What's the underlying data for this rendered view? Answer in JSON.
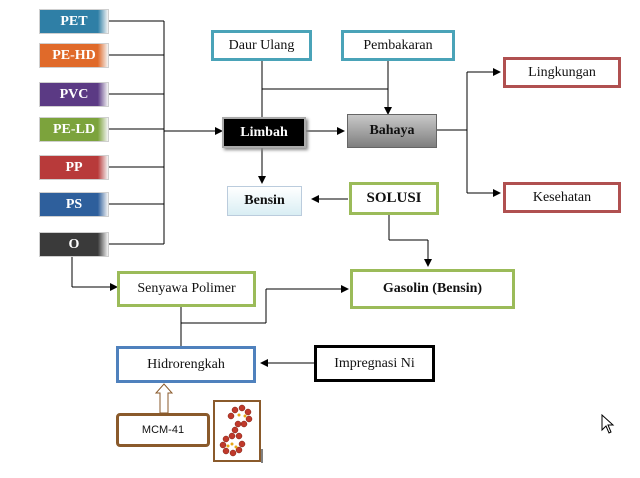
{
  "plastics": [
    {
      "label": "PET",
      "color": "#2f7fa6"
    },
    {
      "label": "PE-HD",
      "color": "#e06a2a"
    },
    {
      "label": "PVC",
      "color": "#5b3a84"
    },
    {
      "label": "PE-LD",
      "color": "#7ca33c"
    },
    {
      "label": "PP",
      "color": "#b83a3a"
    },
    {
      "label": "PS",
      "color": "#2e5f9c"
    },
    {
      "label": "O",
      "color": "#3a3a3a"
    }
  ],
  "nodes": {
    "daur_ulang": "Daur Ulang",
    "pembakaran": "Pembakaran",
    "limbah": "Limbah",
    "bahaya": "Bahaya",
    "lingkungan": "Lingkungan",
    "kesehatan": "Kesehatan",
    "bensin": "Bensin",
    "solusi": "SOLUSI",
    "senyawa_polimer": "Senyawa Polimer",
    "gasolin": "Gasolin (Bensin)",
    "hidrorengkah": "Hidrorengkah",
    "impregnasi": "Impregnasi Ni",
    "mcm41": "MCM-41"
  },
  "colors": {
    "teal_border": "#4aa3b8",
    "red_border": "#b05050",
    "green_border": "#9bbb59",
    "blue_border": "#4f81bd",
    "black": "#000000"
  }
}
